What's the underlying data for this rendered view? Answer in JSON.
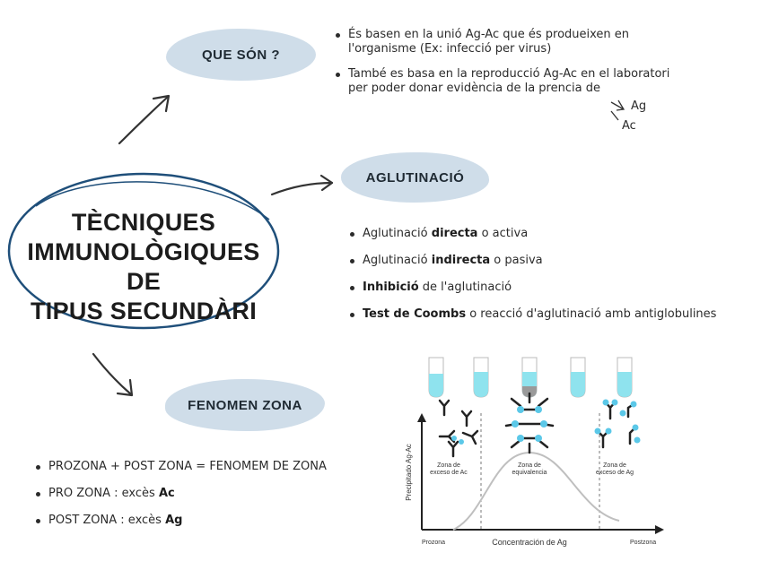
{
  "title": {
    "line1": "TÈCNIQUES",
    "line2": "IMMUNOLÒGIQUES DE",
    "line3": "TIPUS SECUNDÀRI"
  },
  "que_son": {
    "label": "QUE SÓN ?",
    "bullet1_line1": "És basen en la unió Ag-Ac que és produeixen en",
    "bullet1_line2": "l'organisme (Ex: infecció per virus)",
    "bullet2_line1": "També es basa en la reproducció Ag-Ac en el laboratori",
    "bullet2_line2": "per poder donar evidència de la prencia de",
    "ag": "Ag",
    "ac": "Ac"
  },
  "aglutinacio": {
    "label": "AGLUTINACIÓ",
    "items": [
      {
        "pre": "Aglutinació ",
        "bold": "directa",
        "post": " o activa"
      },
      {
        "pre": "Aglutinació ",
        "bold": "indirecta",
        "post": " o pasiva"
      },
      {
        "pre": "",
        "bold": "Inhibició",
        "post": " de l'aglutinació"
      },
      {
        "pre": "",
        "bold": "Test de Coombs",
        "post": " o reacció d'aglutinació amb antiglobulines"
      }
    ]
  },
  "fenomen": {
    "label": "FENOMEN ZONA",
    "items": [
      {
        "pre": "PROZONA + POST ZONA = FENOMEM DE ZONA",
        "bold": ""
      },
      {
        "pre": "PRO ZONA : excès ",
        "bold": "Ac"
      },
      {
        "pre": "POST ZONA : excès ",
        "bold": "Ag"
      }
    ]
  },
  "figure": {
    "ylabel": "Precipitado Ag-Ac",
    "xlabel": "Concentración de Ag",
    "prozona": "Prozona",
    "postzona": "Postzona",
    "zone1_l1": "Zona de",
    "zone1_l2": "exceso de Ac",
    "zone2_l1": "Zona de",
    "zone2_l2": "equivalencia",
    "zone3_l1": "Zona de",
    "zone3_l2": "exceso de Ag",
    "tube_color": "#8fe3ee",
    "curve_color": "#bfbfbf",
    "antigen_color": "#5bc8e8"
  },
  "colors": {
    "blob": "#cfdde9",
    "ellipse_stroke": "#1f4f7a"
  }
}
